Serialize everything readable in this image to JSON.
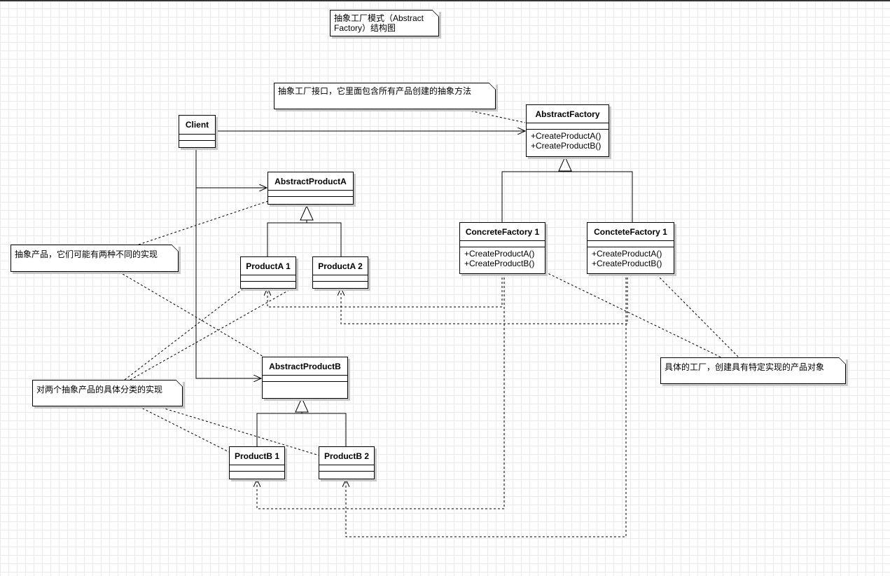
{
  "notes": {
    "title": "抽象工厂模式（Abstract Factory）结构图",
    "factory_interface": "抽象工厂接口，它里面包含所有产品创建的抽象方法",
    "abstract_products": "抽象产品，它们可能有两种不同的实现",
    "concrete_products": "对两个抽象产品的具体分类的实现",
    "concrete_factories": "具体的工厂，创建具有特定实现的产品对象"
  },
  "classes": {
    "client": {
      "name": "Client"
    },
    "abstract_factory": {
      "name": "AbstractFactory",
      "ops": [
        "+CreateProductA()",
        "+CreateProductB()"
      ]
    },
    "concrete_factory_1": {
      "name": "ConcreteFactory 1",
      "ops": [
        "+CreateProductA()",
        "+CreateProductB()"
      ]
    },
    "concrete_factory_2": {
      "name": "ConcteteFactory 1",
      "ops": [
        "+CreateProductA()",
        "+CreateProductB()"
      ]
    },
    "abstract_product_a": {
      "name": "AbstractProductA"
    },
    "product_a1": {
      "name": "ProductA 1"
    },
    "product_a2": {
      "name": "ProductA 2"
    },
    "abstract_product_b": {
      "name": "AbstractProductB"
    },
    "product_b1": {
      "name": "ProductB 1"
    },
    "product_b2": {
      "name": "ProductB 2"
    }
  }
}
